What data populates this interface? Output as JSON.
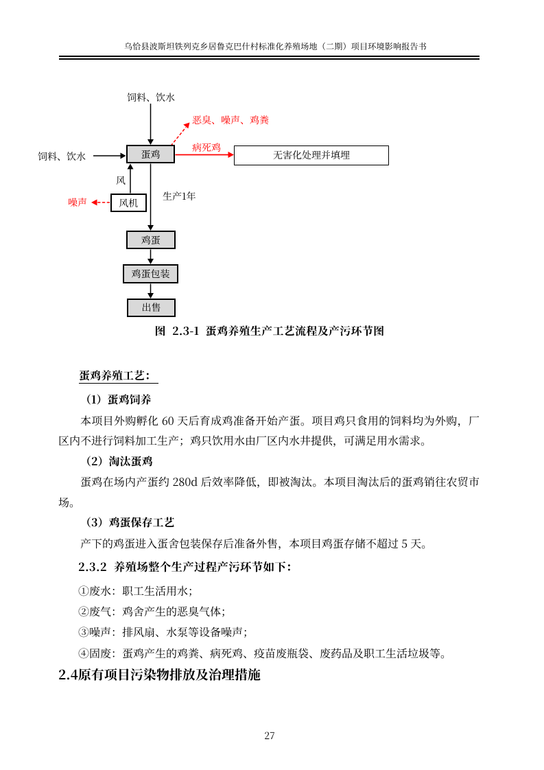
{
  "page": {
    "number": "27"
  },
  "header": {
    "title": "乌恰县波斯坦铁列克乡居鲁克巴什村标准化养殖场地（二期）项目环境影响报告书"
  },
  "flowchart": {
    "labels": {
      "feed_top": "饲料、饮水",
      "feed_left": "饲料、饮水",
      "odor_noise_manure": "恶臭、噪声、鸡粪",
      "dead_hen": "病死鸡",
      "wind": "风",
      "noise": "噪声",
      "production_period": "生产1年"
    },
    "nodes": {
      "hen": "蛋鸡",
      "disposal": "无害化处理并填埋",
      "fan": "风机",
      "egg": "鸡蛋",
      "egg_packing": "鸡蛋包装",
      "sale": "出售"
    },
    "colors": {
      "pollution_red": "#ff0000",
      "node_fill_gray": "#d9d9d9",
      "line_black": "#000000"
    },
    "caption": "图 2.3-1 蛋鸡养殖生产工艺流程及产污环节图"
  },
  "body": {
    "craft_title": "蛋鸡养殖工艺：",
    "s1_title": "（1）蛋鸡饲养",
    "s1_line1": "本项目外购孵化 60 天后育成鸡准备开始产蛋。项目鸡只食用的饲料均为外购，厂",
    "s1_line2": "区内不进行饲料加工生产；鸡只饮用水由厂区内水井提供，可满足用水需求。",
    "s2_title": "（2）淘汰蛋鸡",
    "s2_line1": "蛋鸡在场内产蛋约 280d 后效率降低，即被淘汰。本项目淘汰后的蛋鸡销往农贸市",
    "s2_line2": "场。",
    "s3_title": "（3）鸡蛋保存工艺",
    "s3_line1": "产下的鸡蛋进入蛋舍包装保存后准备外售，本项目鸡蛋存储不超过 5 天。",
    "s232_title": "2.3.2 养殖场整个生产过程产污环节如下：",
    "item1": "①废水：职工生活用水；",
    "item2": "②废气：鸡舍产生的恶臭气体；",
    "item3": "③噪声：排风扇、水泵等设备噪声；",
    "item4": "④固废：蛋鸡产生的鸡粪、病死鸡、疫苗废瓶袋、废药品及职工生活垃圾等。",
    "s24_heading": "2.4原有项目污染物排放及治理措施"
  },
  "footer": {
    "page_number": "27"
  }
}
